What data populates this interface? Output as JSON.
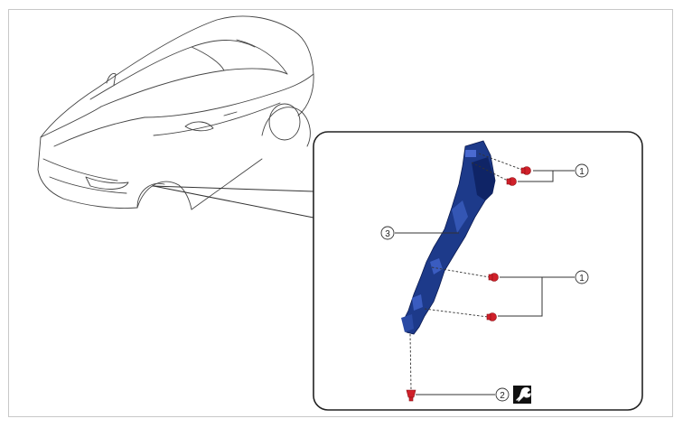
{
  "callouts": {
    "fastener_top": "1",
    "fastener_mid": "1",
    "bolt": "2",
    "bracket": "3"
  },
  "colors": {
    "part_blue": "#1d3a8a",
    "part_blue_dark": "#0f2466",
    "fastener_red": "#d0202a",
    "line": "#333333"
  },
  "icons": {
    "torque": "wrench-icon"
  }
}
